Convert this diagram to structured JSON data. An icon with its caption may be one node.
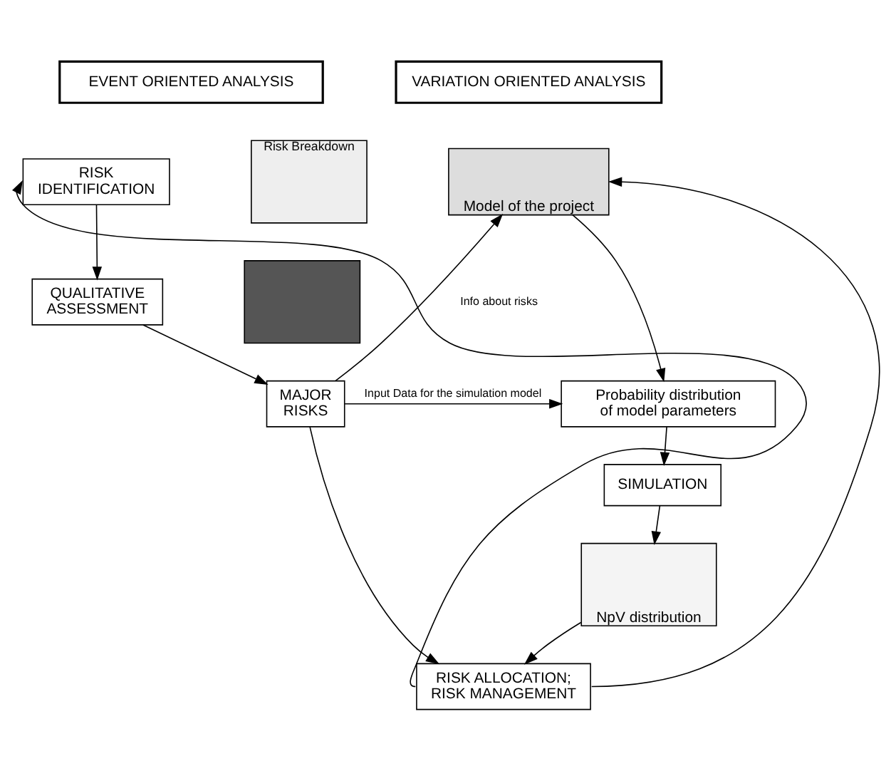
{
  "diagram": {
    "nodes": [
      {
        "text": [
          "EVENT ORIENTED ANALYSIS"
        ]
      },
      {
        "text": [
          "VARIATION ORIENTED ANALYSIS"
        ]
      },
      {
        "text": [
          "RISK IDENTIFICATION"
        ]
      },
      {
        "text": [
          "Risk Breakdown"
        ]
      },
      {
        "text": [
          "QUALITATIVE ASSESSMENT"
        ]
      },
      {
        "text": [],
        "shape": "box"
      },
      {
        "text": [
          "MAJOR RISKS"
        ]
      },
      {
        "text": [
          "Model of the project"
        ]
      },
      {
        "text": [
          "Probability distribution of model parameters"
        ]
      },
      {
        "text": [
          "SIMULATION"
        ]
      },
      {
        "text": [
          "NpV distribution"
        ]
      },
      {
        "text": [
          "RISK ALLOCATION; RISK MANAGEMENT"
        ]
      }
    ],
    "edges": [
      {
        "from": 2,
        "to": 4,
        "arrow": "to"
      },
      {
        "from": 4,
        "to": 6,
        "arrow": "to"
      },
      {
        "from": 6,
        "to": 8,
        "arrow": "to",
        "label": "Input Data for the simulation model"
      },
      {
        "from": 6,
        "to": 7,
        "arrow": "to",
        "label": "Info about risks"
      },
      {
        "from": 7,
        "to": 8,
        "arrow": "to"
      },
      {
        "from": 8,
        "to": 9,
        "arrow": "to"
      },
      {
        "from": 9,
        "to": 10,
        "arrow": "to"
      },
      {
        "from": 6,
        "to": 11,
        "arrow": "to"
      },
      {
        "from": 10,
        "to": 11,
        "arrow": "to"
      },
      {
        "from": 11,
        "to": 2,
        "arrow": "to"
      },
      {
        "from": 11,
        "to": 7,
        "arrow": "to"
      }
    ]
  }
}
